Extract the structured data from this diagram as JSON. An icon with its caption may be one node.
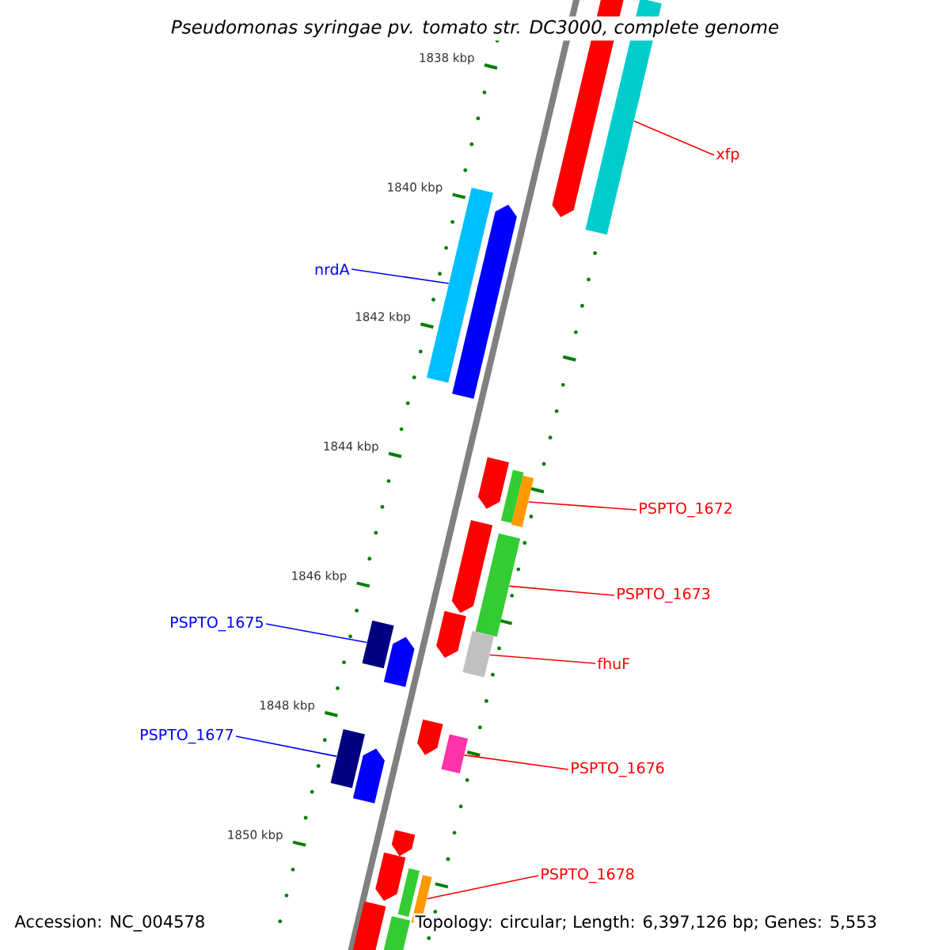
{
  "diagram": {
    "title": "*Pseudomonas syringae* pv. *tomato* str. DC3000, complete genome",
    "nodes": [
      {
        "text": [
          "xfp"
        ]
      },
      {
        "text": [
          "nrdA"
        ]
      },
      {
        "text": [
          "PSPTO_1672"
        ]
      },
      {
        "text": [
          "PSPTO_1673"
        ]
      },
      {
        "text": [
          "fhuF"
        ]
      },
      {
        "text": [
          "PSPTO_1675"
        ]
      },
      {
        "text": [
          "PSPTO_1677"
        ]
      },
      {
        "text": [
          "PSPTO_1676"
        ]
      },
      {
        "text": [
          "PSPTO_1678"
        ]
      },
      {
        "text": [],
        "shape": "arrow"
      },
      {
        "text": [],
        "shape": "bar"
      },
      {
        "text": [],
        "shape": "bar"
      },
      {
        "text": [],
        "shape": "arrow"
      },
      {
        "text": [],
        "shape": "arrow"
      },
      {
        "text": [],
        "shape": "bar"
      },
      {
        "text": [],
        "shape": "bar"
      },
      {
        "text": [],
        "shape": "arrow"
      },
      {
        "text": [],
        "shape": "bar"
      },
      {
        "text": [],
        "shape": "arrow"
      },
      {
        "text": [],
        "shape": "bar"
      },
      {
        "text": [],
        "shape": "bar"
      },
      {
        "text": [],
        "shape": "arrow"
      },
      {
        "text": [],
        "shape": "arrow"
      },
      {
        "text": [],
        "shape": "bar"
      },
      {
        "text": [],
        "shape": "bar"
      },
      {
        "text": [],
        "shape": "arrow"
      },
      {
        "text": [],
        "shape": "arrow"
      },
      {
        "text": [],
        "shape": "arrow"
      },
      {
        "text": [],
        "shape": "bar"
      },
      {
        "text": [],
        "shape": "bar"
      },
      {
        "text": [],
        "shape": "bar"
      },
      {
        "text": [],
        "shape": "bar"
      }
    ],
    "edges": [
      {
        "from": 0,
        "to": 10,
        "arrow": "none"
      },
      {
        "from": 1,
        "to": 11,
        "arrow": "none",
        "color": "#0000ff"
      },
      {
        "from": 2,
        "to": 15,
        "arrow": "none"
      },
      {
        "from": 3,
        "to": 17,
        "arrow": "none"
      },
      {
        "from": 4,
        "to": 19,
        "arrow": "none"
      },
      {
        "from": 5,
        "to": 20,
        "arrow": "none",
        "color": "#0000ff"
      },
      {
        "from": 6,
        "to": 24,
        "arrow": "none",
        "color": "#0000ff"
      },
      {
        "from": 7,
        "to": 23,
        "arrow": "none"
      },
      {
        "from": 8,
        "to": 29,
        "arrow": "none"
      }
    ],
    "labels": [
      "1838 kbp",
      "1840 kbp",
      "1842 kbp",
      "1844 kbp",
      "1846 kbp",
      "1848 kbp",
      "1850 kbp",
      "Accession: NC_004578",
      "Topology: circular; Length: 6,397,126 bp; Genes: 5,553"
    ]
  }
}
